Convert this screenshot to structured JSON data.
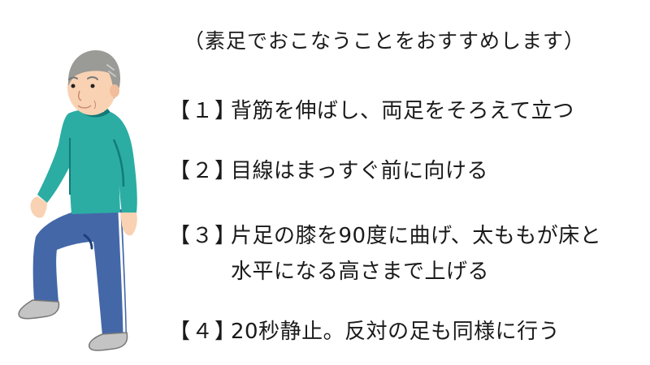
{
  "illustration": {
    "description": "Elderly man in teal long-sleeve shirt and blue track pants raising one knee",
    "colors": {
      "shirt": "#2bada3",
      "shirt_shadow": "#137a78",
      "pants": "#4467a8",
      "pants_stripe": "#ffffff",
      "skin": "#f9d2b3",
      "hair": "#9a9a96",
      "shoes": "#c4c4c4"
    }
  },
  "subtitle": "（素足でおこなうことをおすすめします）",
  "steps": [
    {
      "number": "【１】",
      "lines": [
        "背筋を伸ばし、両足をそろえて立つ"
      ]
    },
    {
      "number": "【２】",
      "lines": [
        "目線はまっすぐ前に向ける"
      ]
    },
    {
      "number": "【３】",
      "lines": [
        "片足の膝を90度に曲げ、太ももが床と",
        "水平になる高さまで上げる"
      ]
    },
    {
      "number": "【４】",
      "lines": [
        "20秒静止。反対の足も同様に行う"
      ]
    }
  ]
}
